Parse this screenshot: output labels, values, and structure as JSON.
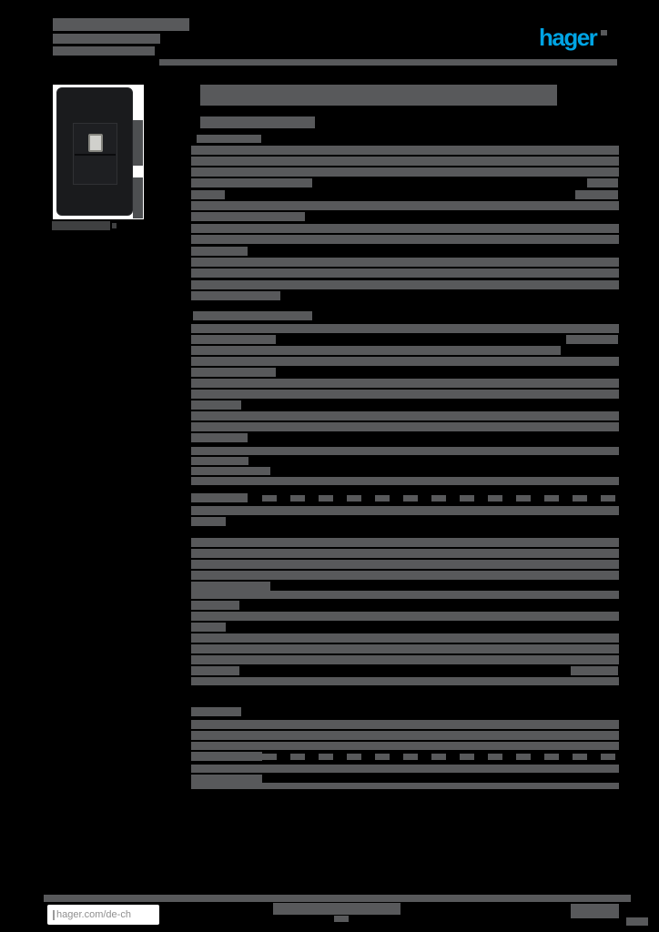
{
  "header": {
    "logo_text": "hager"
  },
  "footer": {
    "site_link": "hager.com/de-ch"
  },
  "colors": {
    "background": "#000000",
    "redaction": "#58595B",
    "redaction_dark": "#3F4041",
    "accent": "#00A4E4",
    "divider": "#58595B",
    "photo_background": "#FFFFFF",
    "device_body": "#1A1B1D",
    "led_window": "#D0D0CC"
  },
  "icons": {
    "logo": "hager-logo",
    "registered_mark": "registered-trademark-dot"
  },
  "redactions": {
    "note": "gray bars = blurred/unreadable datasheet text",
    "bars": [
      [
        58,
        20,
        150,
        14
      ],
      [
        58,
        37,
        118,
        11
      ],
      [
        58,
        51,
        112,
        10
      ],
      [
        660,
        33,
        7,
        6
      ],
      [
        175,
        65,
        503,
        7
      ],
      [
        220,
        93,
        392,
        23
      ],
      [
        220,
        128,
        126,
        13
      ],
      [
        216,
        148,
        71,
        9
      ],
      [
        210,
        160,
        470,
        10
      ],
      [
        210,
        172,
        470,
        10
      ],
      [
        210,
        184,
        470,
        10
      ],
      [
        210,
        196,
        133,
        10
      ],
      [
        645,
        196,
        34,
        10
      ],
      [
        210,
        209,
        37,
        10
      ],
      [
        632,
        209,
        47,
        10
      ],
      [
        210,
        221,
        470,
        10
      ],
      [
        210,
        233,
        125,
        10
      ],
      [
        210,
        246,
        470,
        10
      ],
      [
        210,
        258,
        470,
        10
      ],
      [
        210,
        271,
        62,
        10
      ],
      [
        210,
        283,
        470,
        10
      ],
      [
        210,
        295,
        470,
        10
      ],
      [
        210,
        308,
        470,
        10
      ],
      [
        210,
        320,
        98,
        10
      ],
      [
        212,
        342,
        131,
        10
      ],
      [
        210,
        356,
        470,
        10
      ],
      [
        210,
        368,
        93,
        10
      ],
      [
        622,
        368,
        57,
        10
      ],
      [
        210,
        380,
        406,
        10
      ],
      [
        210,
        392,
        470,
        10
      ],
      [
        210,
        404,
        93,
        10
      ],
      [
        210,
        416,
        470,
        10
      ],
      [
        210,
        428,
        470,
        10
      ],
      [
        210,
        440,
        55,
        10
      ],
      [
        210,
        452,
        470,
        10
      ],
      [
        210,
        464,
        470,
        10
      ],
      [
        210,
        476,
        62,
        10
      ],
      [
        210,
        491,
        470,
        9
      ],
      [
        210,
        502,
        63,
        9
      ],
      [
        210,
        513,
        87,
        9
      ],
      [
        210,
        524,
        470,
        9
      ],
      [
        210,
        542,
        62,
        10
      ],
      [
        288,
        544,
        16,
        7
      ],
      [
        319,
        544,
        16,
        7
      ],
      [
        350,
        544,
        16,
        7
      ],
      [
        381,
        544,
        16,
        7
      ],
      [
        412,
        544,
        16,
        7
      ],
      [
        443,
        544,
        16,
        7
      ],
      [
        474,
        544,
        16,
        7
      ],
      [
        505,
        544,
        16,
        7
      ],
      [
        536,
        544,
        16,
        7
      ],
      [
        567,
        544,
        16,
        7
      ],
      [
        598,
        544,
        16,
        7
      ],
      [
        629,
        544,
        16,
        7
      ],
      [
        660,
        544,
        16,
        7
      ],
      [
        210,
        556,
        470,
        10
      ],
      [
        210,
        568,
        38,
        10
      ],
      [
        210,
        591,
        470,
        10
      ],
      [
        210,
        603,
        470,
        10
      ],
      [
        210,
        615,
        470,
        10
      ],
      [
        210,
        627,
        470,
        10
      ],
      [
        210,
        639,
        87,
        10
      ],
      [
        210,
        649,
        470,
        9
      ],
      [
        210,
        660,
        53,
        10
      ],
      [
        210,
        672,
        470,
        10
      ],
      [
        210,
        684,
        38,
        10
      ],
      [
        210,
        696,
        470,
        10
      ],
      [
        210,
        708,
        470,
        10
      ],
      [
        210,
        720,
        470,
        10
      ],
      [
        210,
        732,
        53,
        10
      ],
      [
        627,
        732,
        52,
        10
      ],
      [
        210,
        744,
        470,
        9
      ],
      [
        210,
        777,
        55,
        10
      ],
      [
        210,
        791,
        470,
        10
      ],
      [
        210,
        803,
        470,
        10
      ],
      [
        210,
        815,
        470,
        9
      ],
      [
        210,
        826,
        78,
        10
      ],
      [
        288,
        828,
        16,
        7
      ],
      [
        319,
        828,
        16,
        7
      ],
      [
        350,
        828,
        16,
        7
      ],
      [
        381,
        828,
        16,
        7
      ],
      [
        412,
        828,
        16,
        7
      ],
      [
        443,
        828,
        16,
        7
      ],
      [
        474,
        828,
        16,
        7
      ],
      [
        505,
        828,
        16,
        7
      ],
      [
        536,
        828,
        16,
        7
      ],
      [
        567,
        828,
        16,
        7
      ],
      [
        598,
        828,
        16,
        7
      ],
      [
        629,
        828,
        16,
        7
      ],
      [
        660,
        828,
        16,
        7
      ],
      [
        210,
        840,
        470,
        9
      ],
      [
        210,
        851,
        78,
        9
      ],
      [
        210,
        860,
        470,
        7
      ],
      [
        57,
        243,
        64,
        10,
        "d"
      ],
      [
        123,
        245,
        5,
        6,
        "d"
      ],
      [
        48,
        983,
        645,
        8
      ],
      [
        300,
        992,
        140,
        13
      ],
      [
        367,
        1006,
        16,
        7
      ],
      [
        627,
        993,
        53,
        16
      ],
      [
        688,
        1008,
        24,
        9
      ]
    ]
  }
}
